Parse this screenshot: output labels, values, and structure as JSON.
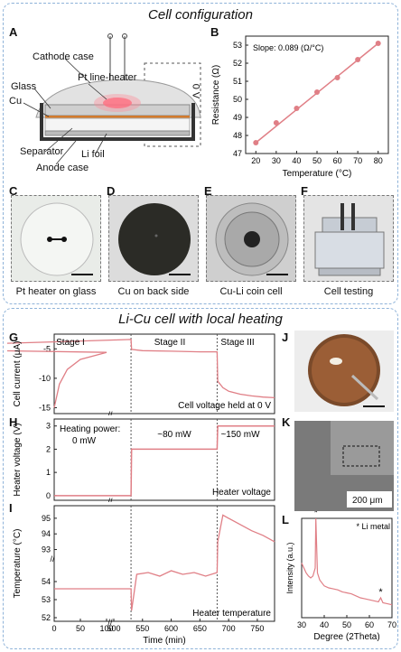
{
  "top_title": "Cell configuration",
  "bottom_title": "Li-Cu cell with local heating",
  "panels": [
    "A",
    "B",
    "C",
    "D",
    "E",
    "F",
    "G",
    "H",
    "I",
    "J",
    "K",
    "L"
  ],
  "diagram_A": {
    "labels": [
      "Cathode case",
      "Pt line-heater",
      "Glass",
      "Cu",
      "Separator",
      "Li foil",
      "Anode case",
      "0 V"
    ]
  },
  "captions": {
    "C": "Pt heater on glass",
    "D": "Cu on back side",
    "E": "Cu-Li coin cell",
    "F": "Cell testing"
  },
  "chart_data": [
    {
      "id": "B",
      "type": "scatter",
      "xlabel": "Temperature (°C)",
      "ylabel": "Resistance (Ω)",
      "x_ticks": [
        "20",
        "30",
        "40",
        "50",
        "60",
        "70",
        "80"
      ],
      "y_ticks": [
        "47",
        "48",
        "49",
        "50",
        "51",
        "52",
        "53"
      ],
      "xlim": [
        15,
        85
      ],
      "ylim": [
        47,
        53.5
      ],
      "annotation": "Slope: 0.089 (Ω/°C)",
      "points": [
        {
          "x": 20,
          "y": 47.6
        },
        {
          "x": 30,
          "y": 48.7
        },
        {
          "x": 40,
          "y": 49.5
        },
        {
          "x": 50,
          "y": 50.4
        },
        {
          "x": 60,
          "y": 51.2
        },
        {
          "x": 70,
          "y": 52.2
        },
        {
          "x": 80,
          "y": 53.1
        }
      ],
      "fit_line": {
        "x": [
          20,
          80
        ],
        "y": [
          47.6,
          53.1
        ]
      },
      "colors": {
        "points": "#e07f86",
        "line": "#e07f86"
      }
    },
    {
      "id": "G",
      "type": "line",
      "ylabel": "Cell current (μA)",
      "y_ticks": [
        "-15",
        "-10",
        "-5"
      ],
      "ylim": [
        -16,
        -2.5
      ],
      "stage_labels": [
        "Stage I",
        "Stage II",
        "Stage III"
      ],
      "annotation": "Cell voltage held at 0 V",
      "x": [
        0,
        10,
        25,
        50,
        100,
        150,
        200,
        300,
        400,
        500,
        530,
        531,
        550,
        600,
        650,
        680,
        681,
        690,
        700,
        720,
        740,
        760,
        780
      ],
      "y": [
        -15,
        -11,
        -8.5,
        -6.8,
        -5.6,
        -5.1,
        -4.6,
        -4.1,
        -3.8,
        -3.5,
        -3.4,
        -5.1,
        -5.3,
        -5.4,
        -5.5,
        -5.5,
        -10.5,
        -11.6,
        -12.2,
        -12.7,
        -13.0,
        -13.2,
        -13.3
      ],
      "colors": {
        "line": "#e07f86"
      }
    },
    {
      "id": "H",
      "type": "line",
      "ylabel": "Heater voltage (V)",
      "y_ticks": [
        "0",
        "1",
        "2",
        "3"
      ],
      "ylim": [
        -0.2,
        3.3
      ],
      "annotations": [
        "Heating power:",
        "0 mW",
        "~80 mW",
        "~150 mW",
        "Heater voltage"
      ],
      "x": [
        0,
        530,
        531,
        680,
        681,
        780
      ],
      "y": [
        0,
        0,
        2,
        2,
        3,
        3
      ],
      "colors": {
        "line": "#e07f86"
      }
    },
    {
      "id": "I",
      "type": "line",
      "ylabel": "Temperature (°C)",
      "xlabel": "Time (min)",
      "x_ticks": [
        "0",
        "50",
        "100",
        "500",
        "550",
        "600",
        "650",
        "700",
        "750"
      ],
      "y_ticks_lower": [
        "52",
        "53",
        "54"
      ],
      "y_ticks_upper": [
        "93",
        "94",
        "95"
      ],
      "annotation": "Heater temperature",
      "x": [
        0,
        500,
        530,
        531,
        540,
        560,
        580,
        600,
        620,
        640,
        660,
        680,
        681,
        690,
        700,
        720,
        740,
        760,
        780
      ],
      "y": [
        53.6,
        53.6,
        53.6,
        52.4,
        54.4,
        54.5,
        54.3,
        54.6,
        54.4,
        54.5,
        54.3,
        54.5,
        93.5,
        95.2,
        95.0,
        94.6,
        94.2,
        93.9,
        93.5
      ],
      "colors": {
        "line": "#e07f86"
      }
    },
    {
      "id": "L",
      "type": "line",
      "xlabel": "Degree (2Theta)",
      "ylabel": "Intensity (a.u.)",
      "x_ticks": [
        "30",
        "40",
        "50",
        "60",
        "70"
      ],
      "xlim": [
        30,
        70
      ],
      "legend": "* Li metal",
      "x": [
        30,
        31,
        32,
        33,
        34,
        35,
        36,
        36.3,
        37,
        38,
        40,
        42,
        44,
        46,
        48,
        50,
        52,
        54,
        56,
        58,
        60,
        62,
        64,
        65,
        66,
        68,
        70
      ],
      "y": [
        0.55,
        0.5,
        0.45,
        0.42,
        0.4,
        0.42,
        0.5,
        1.0,
        0.45,
        0.38,
        0.32,
        0.3,
        0.29,
        0.28,
        0.26,
        0.25,
        0.24,
        0.22,
        0.2,
        0.19,
        0.18,
        0.17,
        0.16,
        0.2,
        0.15,
        0.14,
        0.13
      ],
      "peak_markers": [
        36.3,
        65
      ],
      "colors": {
        "line": "#e07f86"
      }
    }
  ],
  "scale_bar_K": "200 μm",
  "break_mark": "//"
}
